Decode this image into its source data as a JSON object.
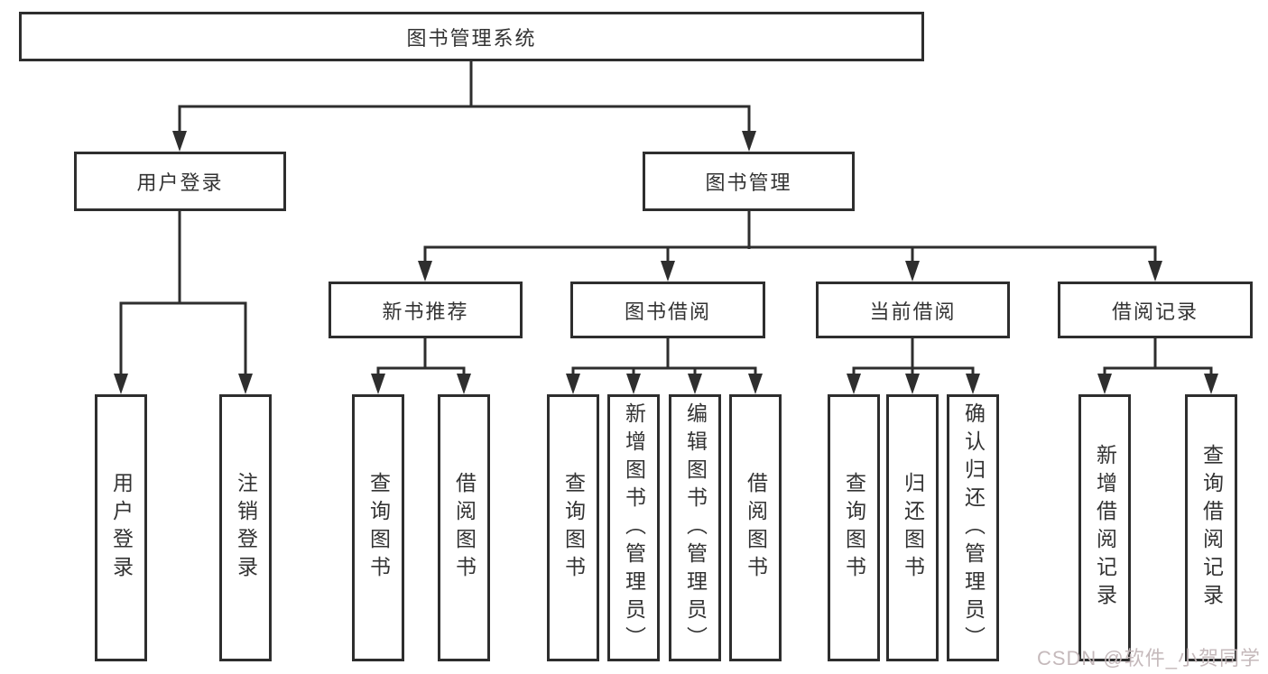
{
  "tree": {
    "root": {
      "label": "图书管理系统"
    },
    "login_branch": {
      "label": "用户登录",
      "children": [
        {
          "label": "用户登录"
        },
        {
          "label": "注销登录"
        }
      ]
    },
    "mgmt_branch": {
      "label": "图书管理",
      "sections": [
        {
          "label": "新书推荐",
          "children": [
            {
              "label": "查询图书"
            },
            {
              "label": "借阅图书"
            }
          ]
        },
        {
          "label": "图书借阅",
          "children": [
            {
              "label": "查询图书"
            },
            {
              "label": "新增图书（管理员）"
            },
            {
              "label": "编辑图书（管理员）"
            },
            {
              "label": "借阅图书"
            }
          ]
        },
        {
          "label": "当前借阅",
          "children": [
            {
              "label": "查询图书"
            },
            {
              "label": "归还图书"
            },
            {
              "label": "确认归还（管理员）"
            }
          ]
        },
        {
          "label": "借阅记录",
          "children": [
            {
              "label": "新增借阅记录"
            },
            {
              "label": "查询借阅记录"
            }
          ]
        }
      ]
    }
  },
  "watermark": {
    "text": "CSDN @软件_小贺同学",
    "color": "#c2b6b8"
  },
  "colors": {
    "line": "#2e2e2e",
    "box_border": "#2e2e2e",
    "text": "#333333",
    "background": "#ffffff"
  }
}
